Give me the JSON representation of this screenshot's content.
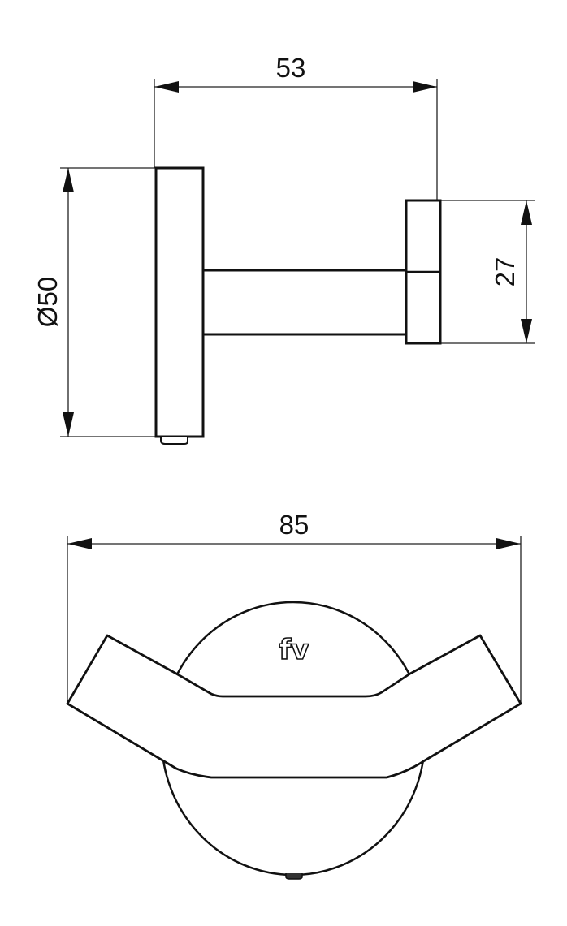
{
  "side_view": {
    "dimensions": {
      "length": "53",
      "base_diameter": "Ø50",
      "cap_height": "27"
    }
  },
  "front_view": {
    "dimensions": {
      "width": "85"
    },
    "logo": "fv"
  },
  "colors": {
    "line": "#111111",
    "background": "#ffffff"
  }
}
